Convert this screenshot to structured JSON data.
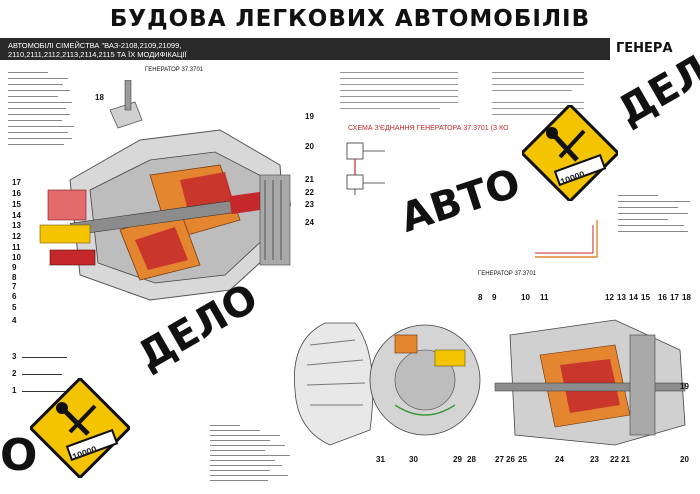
{
  "header": {
    "title": "БУДОВА ЛЕГКОВИХ АВТОМОБІЛІВ",
    "subtitle_line1": "АВТОМОБІЛІ СІМЕЙСТВА \"ВАЗ-2108,2109,21099,",
    "subtitle_line2": "2110,2111,2112,2113,2114,2115 ТА ЇХ МОДИФІКАЦІЇ",
    "section_title": "ГЕНЕРА"
  },
  "labels": {
    "generator_left": "ГЕНЕРАТОР 37.3701",
    "generator_right": "ГЕНЕРАТОР 37.3701",
    "scheme_title": "СХЕМА З'ЄДНАННЯ ГЕНЕРАТОРА 37.3701 (З КО"
  },
  "brand": {
    "word_avto": "АВТО",
    "word_delo": "ДЕЛО",
    "word_o": "О",
    "odometer": "10000"
  },
  "left_callouts": [
    "17",
    "16",
    "15",
    "14",
    "13",
    "12",
    "11",
    "10",
    "9",
    "8",
    "7",
    "6",
    "5",
    "4",
    "3",
    "2",
    "1"
  ],
  "right_callouts": [
    "18",
    "19",
    "20",
    "21",
    "22",
    "23",
    "24"
  ],
  "exploded_top": [
    "8",
    "9",
    "10",
    "11",
    "12",
    "13",
    "14",
    "15",
    "16",
    "17",
    "18"
  ],
  "exploded_right": [
    "19",
    "20"
  ],
  "exploded_bottom": [
    "31",
    "30",
    "29",
    "28",
    "27",
    "26",
    "25",
    "24",
    "23",
    "22",
    "21"
  ],
  "colors": {
    "accent_red": "#c4282a",
    "logo_yellow": "#f5c400",
    "copper": "#e4862f",
    "header_dark": "#2a2a2a"
  }
}
